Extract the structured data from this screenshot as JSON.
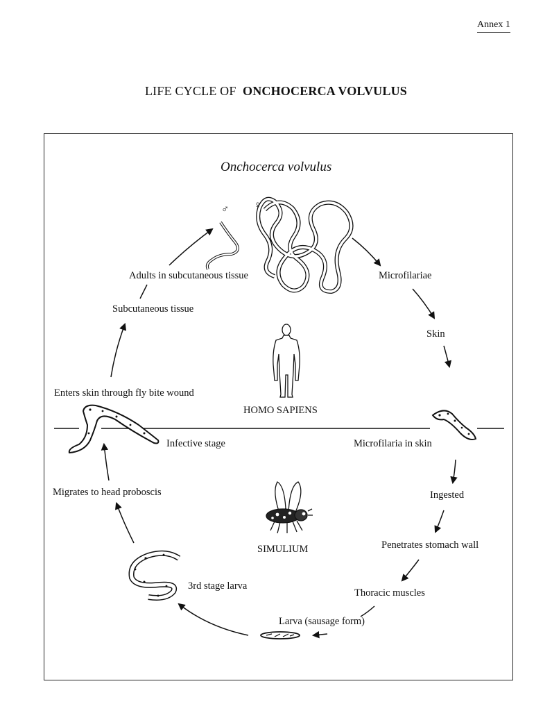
{
  "annex": "Annex 1",
  "title": {
    "prefix": "LIFE CYCLE OF",
    "bold": "ONCHOCERCA VOLVULUS"
  },
  "species": "Onchocerca volvulus",
  "symbols": {
    "male": "♂",
    "female": "♀"
  },
  "hosts": {
    "human": "HOMO SAPIENS",
    "fly": "SIMULIUM"
  },
  "stages": {
    "adults": "Adults in subcutaneous tissue",
    "microfilariae": "Microfilariae",
    "skin": "Skin",
    "subcutaneous": "Subcutaneous tissue",
    "enters_skin": "Enters skin through fly bite wound",
    "infective": "Infective stage",
    "microfilaria_in_skin": "Microfilaria in skin",
    "migrates": "Migrates to head proboscis",
    "ingested": "Ingested",
    "penetrates": "Penetrates stomach wall",
    "third_stage": "3rd stage larva",
    "thoracic": "Thoracic muscles",
    "sausage": "Larva (sausage form)"
  }
}
